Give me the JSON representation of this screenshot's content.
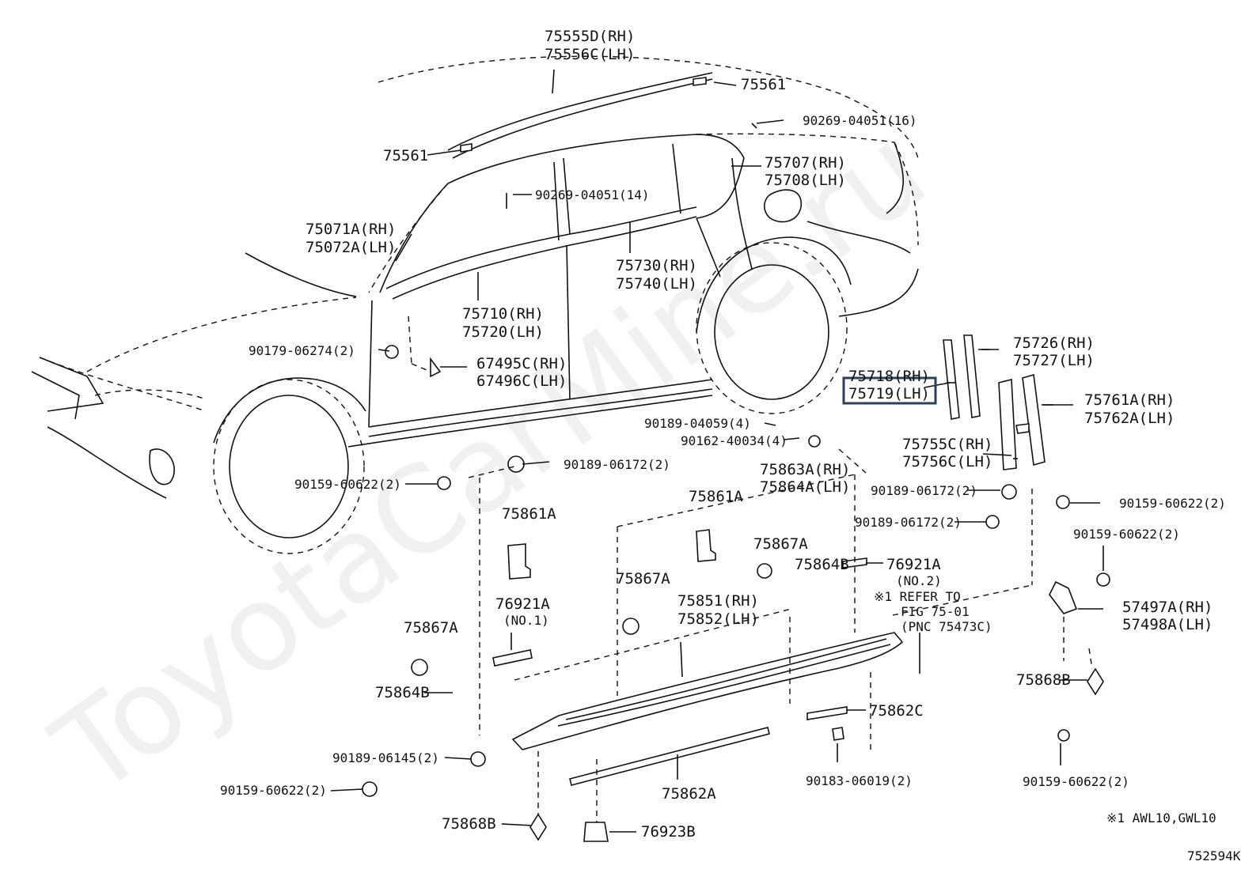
{
  "watermark": "ToyotaCarMine.ru",
  "labels": [
    {
      "id": "75555d",
      "text": "75555D(RH)"
    },
    {
      "id": "75556c",
      "text": "75556C(LH)"
    },
    {
      "id": "75561-top",
      "text": "75561"
    },
    {
      "id": "90269-16",
      "text": "90269-04051(16)"
    },
    {
      "id": "75561-left",
      "text": "75561"
    },
    {
      "id": "75707",
      "text": "75707(RH)"
    },
    {
      "id": "75708",
      "text": "75708(LH)"
    },
    {
      "id": "90269-14",
      "text": "90269-04051(14)"
    },
    {
      "id": "75071a",
      "text": "75071A(RH)"
    },
    {
      "id": "75072a",
      "text": "75072A(LH)"
    },
    {
      "id": "75730",
      "text": "75730(RH)"
    },
    {
      "id": "75740",
      "text": "75740(LH)"
    },
    {
      "id": "75710",
      "text": "75710(RH)"
    },
    {
      "id": "75720",
      "text": "75720(LH)"
    },
    {
      "id": "90179",
      "text": "90179-06274(2)"
    },
    {
      "id": "67495c",
      "text": "67495C(RH)"
    },
    {
      "id": "67496c",
      "text": "67496C(LH)"
    },
    {
      "id": "75726",
      "text": "75726(RH)"
    },
    {
      "id": "75727",
      "text": "75727(LH)"
    },
    {
      "id": "75718",
      "text": "75718(RH)"
    },
    {
      "id": "75719",
      "text": "75719(LH)"
    },
    {
      "id": "75761a",
      "text": "75761A(RH)"
    },
    {
      "id": "75762a",
      "text": "75762A(LH)"
    },
    {
      "id": "75755c",
      "text": "75755C(RH)"
    },
    {
      "id": "75756c",
      "text": "75756C(LH)"
    },
    {
      "id": "90189-04059",
      "text": "90189-04059(4)"
    },
    {
      "id": "90162",
      "text": "90162-40034(4)"
    },
    {
      "id": "75863a",
      "text": "75863A(RH)"
    },
    {
      "id": "75864a",
      "text": "75864A(LH)"
    },
    {
      "id": "90189-06172-a",
      "text": "90189-06172(2)"
    },
    {
      "id": "90159-a",
      "text": "90159-60622(2)"
    },
    {
      "id": "90189-06172-b",
      "text": "90189-06172(2)"
    },
    {
      "id": "90159-b",
      "text": "90159-60622(2)"
    },
    {
      "id": "90189-06172-c",
      "text": "90189-06172(2)"
    },
    {
      "id": "90159-c",
      "text": "90159-60622(2)"
    },
    {
      "id": "75861a-left",
      "text": "75861A"
    },
    {
      "id": "75861a-mid",
      "text": "75861A"
    },
    {
      "id": "75867a-right",
      "text": "75867A"
    },
    {
      "id": "75864b-right",
      "text": "75864B"
    },
    {
      "id": "76921a-no2",
      "text": "76921A"
    },
    {
      "id": "no2",
      "text": "(NO.2)"
    },
    {
      "id": "refer1",
      "text": "※1 REFER TO"
    },
    {
      "id": "refer2",
      "text": "FIG 75-01"
    },
    {
      "id": "refer3",
      "text": "(PNC 75473C)"
    },
    {
      "id": "57497a",
      "text": "57497A(RH)"
    },
    {
      "id": "57498a",
      "text": "57498A(LH)"
    },
    {
      "id": "75867a-mid",
      "text": "75867A"
    },
    {
      "id": "75851",
      "text": "75851(RH)"
    },
    {
      "id": "75852",
      "text": "75852(LH)"
    },
    {
      "id": "76921a-no1",
      "text": "76921A"
    },
    {
      "id": "no1",
      "text": "(NO.1)"
    },
    {
      "id": "75867a-left",
      "text": "75867A"
    },
    {
      "id": "75864b-left",
      "text": "75864B"
    },
    {
      "id": "75868b-right",
      "text": "75868B"
    },
    {
      "id": "75862c",
      "text": "75862C"
    },
    {
      "id": "90189-06145",
      "text": "90189-06145(2)"
    },
    {
      "id": "90183",
      "text": "90183-06019(2)"
    },
    {
      "id": "90159-d",
      "text": "90159-60622(2)"
    },
    {
      "id": "90159-e",
      "text": "90159-60622(2)"
    },
    {
      "id": "75862a",
      "text": "75862A"
    },
    {
      "id": "75868b-bottom",
      "text": "75868B"
    },
    {
      "id": "76923b",
      "text": "76923B"
    },
    {
      "id": "note",
      "text": "※1 AWL10,GWL10"
    },
    {
      "id": "figno",
      "text": "752594K"
    }
  ]
}
